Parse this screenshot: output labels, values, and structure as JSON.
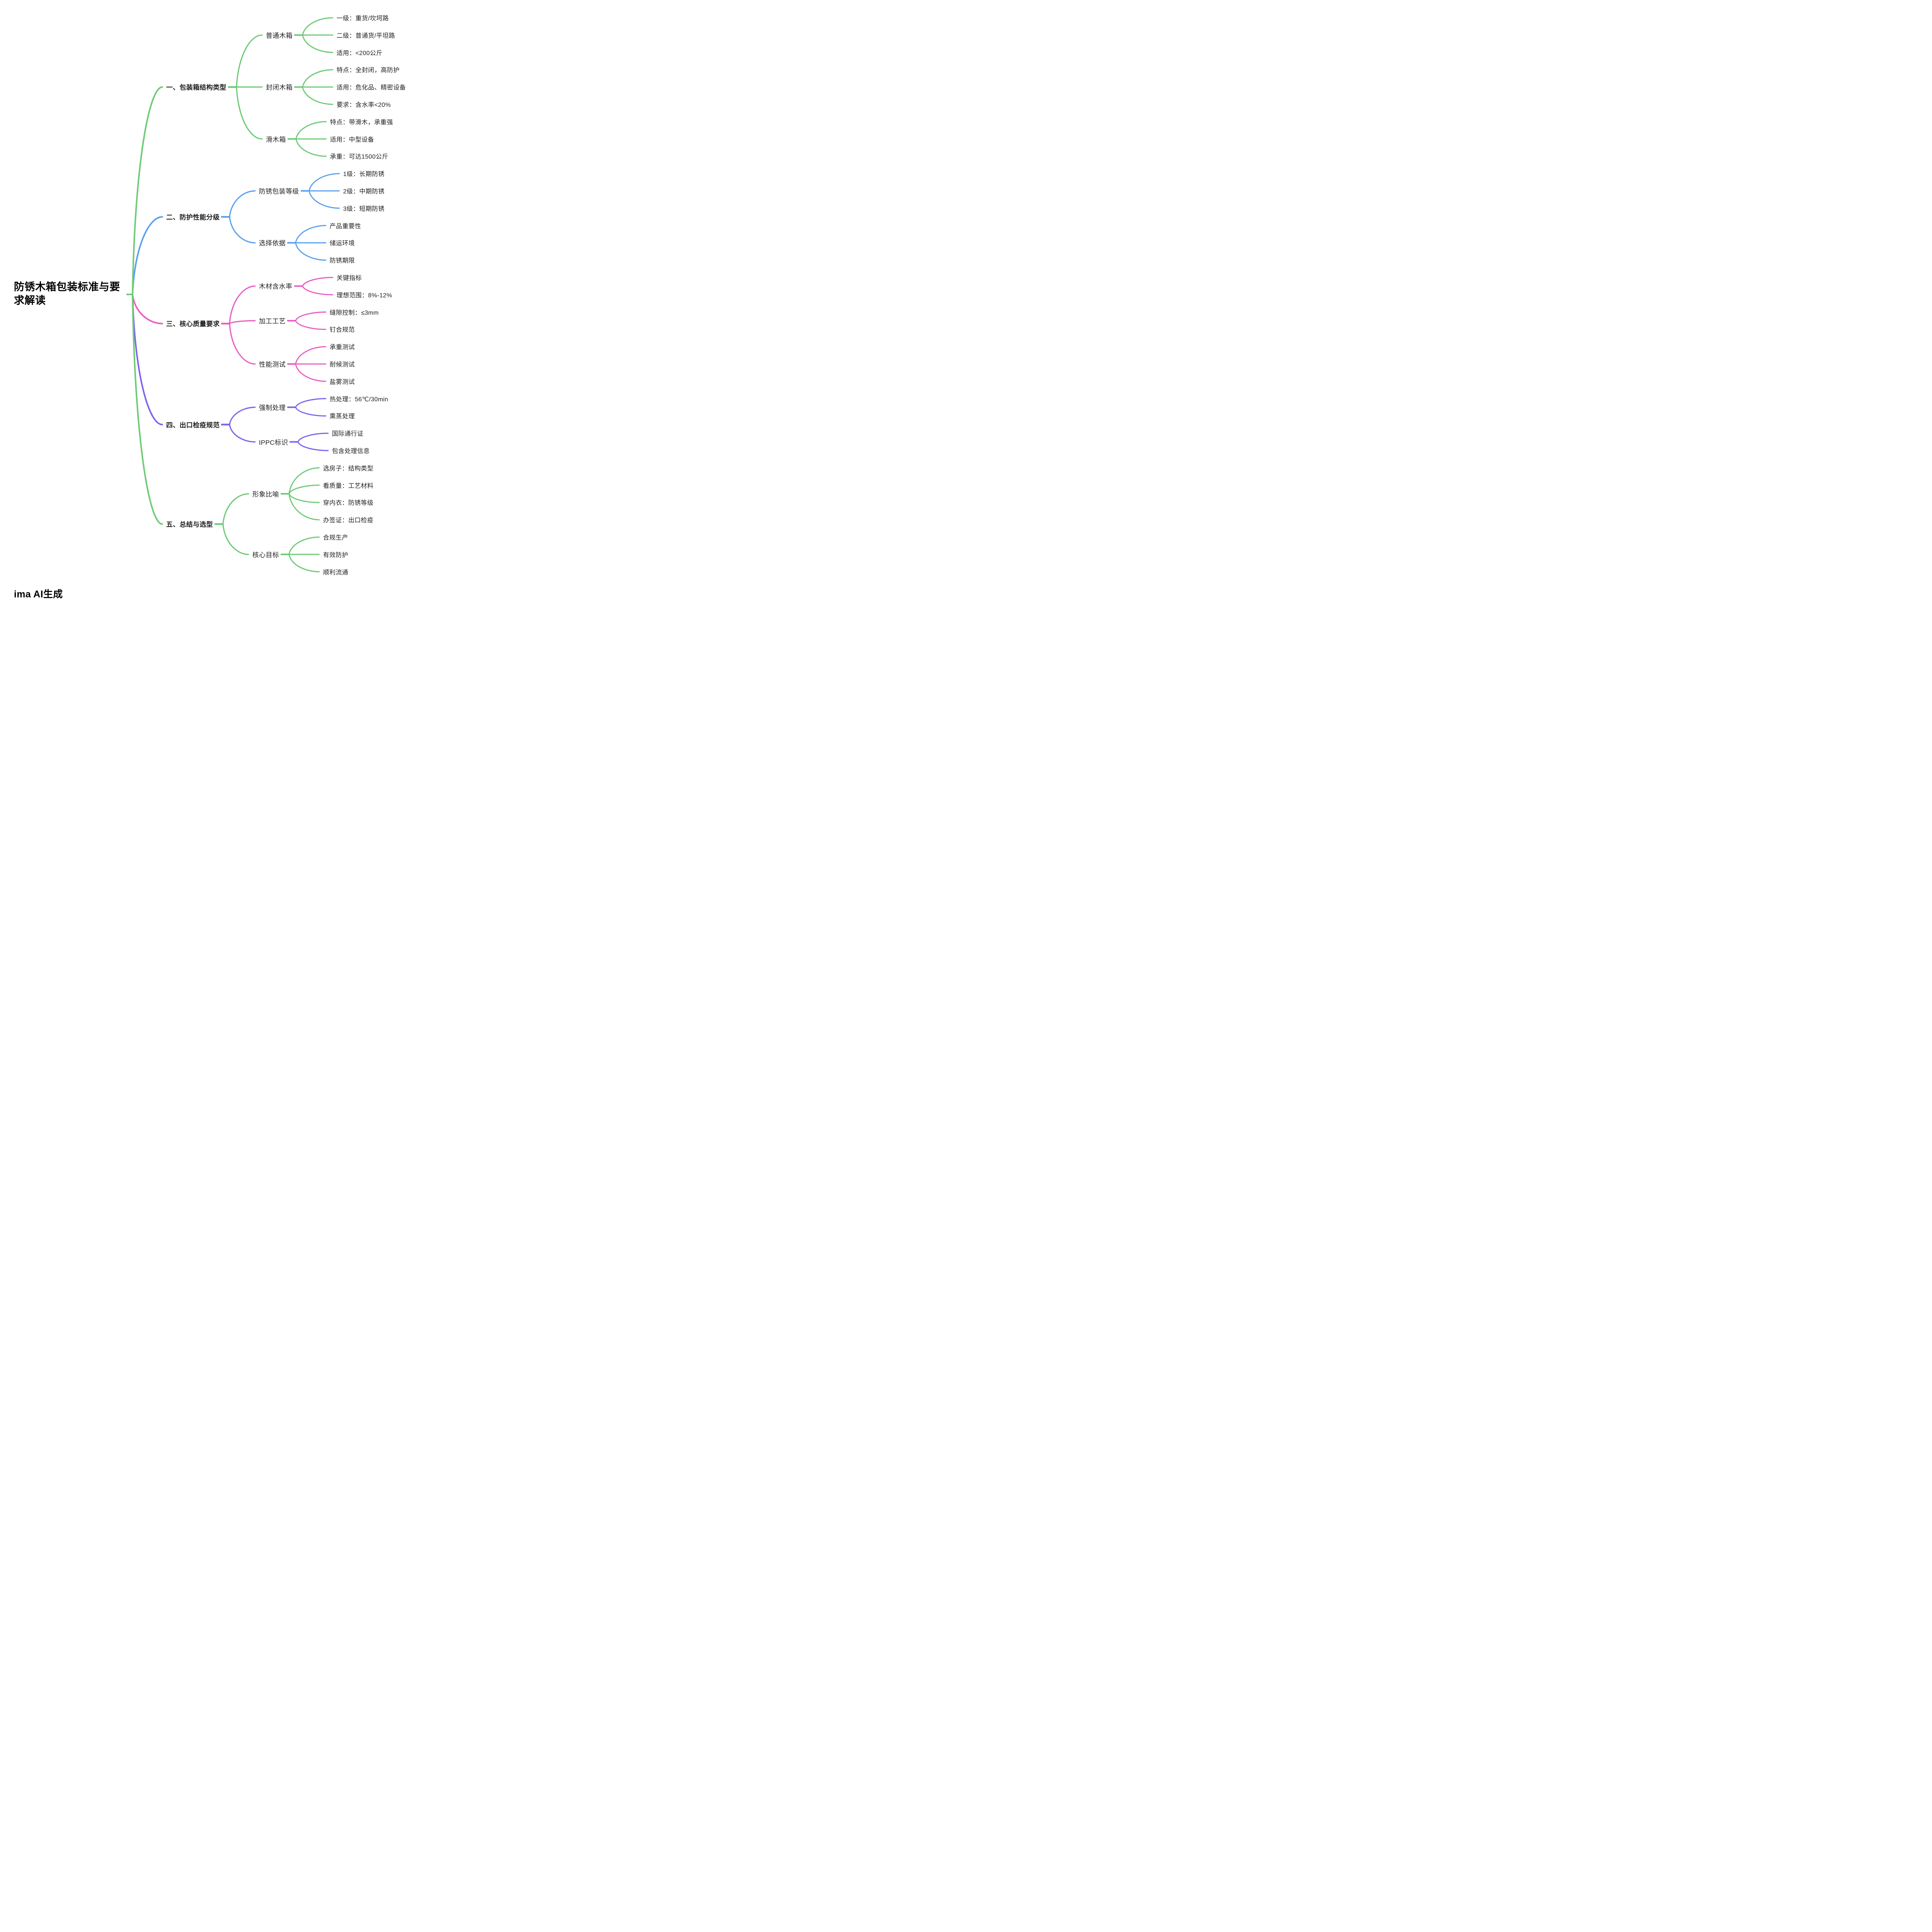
{
  "root": {
    "label": "防锈木箱包装标准与要求解读"
  },
  "footer": {
    "label": "ima AI生成"
  },
  "palette": {
    "green": "#6ecb77",
    "blue": "#5ba1ef",
    "pink": "#e95fc4",
    "purple": "#7e64ef",
    "text": "#1f1f1f",
    "background": "#ffffff"
  },
  "branches": [
    {
      "label": "一、包装箱结构类型",
      "color": "#6ecb77",
      "children": [
        {
          "label": "普通木箱",
          "leaves": [
            "一级：重货/坎坷路",
            "二级：普通货/平坦路",
            "适用：<200公斤"
          ]
        },
        {
          "label": "封闭木箱",
          "leaves": [
            "特点：全封闭，高防护",
            "适用：危化品、精密设备",
            "要求：含水率<20%"
          ]
        },
        {
          "label": "滑木箱",
          "leaves": [
            "特点：带滑木，承重强",
            "适用：中型设备",
            "承重：可达1500公斤"
          ]
        }
      ]
    },
    {
      "label": "二、防护性能分级",
      "color": "#5ba1ef",
      "children": [
        {
          "label": "防锈包装等级",
          "leaves": [
            "1级：长期防锈",
            "2级：中期防锈",
            "3级：短期防锈"
          ]
        },
        {
          "label": "选择依据",
          "leaves": [
            "产品重要性",
            "储运环境",
            "防锈期限"
          ]
        }
      ]
    },
    {
      "label": "三、核心质量要求",
      "color": "#e95fc4",
      "children": [
        {
          "label": "木材含水率",
          "leaves": [
            "关键指标",
            "理想范围：8%-12%"
          ]
        },
        {
          "label": "加工工艺",
          "leaves": [
            "缝隙控制：≤3mm",
            "钉合规范"
          ]
        },
        {
          "label": "性能测试",
          "leaves": [
            "承重测试",
            "耐候测试",
            "盐雾测试"
          ]
        }
      ]
    },
    {
      "label": "四、出口检疫规范",
      "color": "#7e64ef",
      "children": [
        {
          "label": "强制处理",
          "leaves": [
            "热处理：56℃/30min",
            "熏蒸处理"
          ]
        },
        {
          "label": "IPPC标识",
          "leaves": [
            "国际通行证",
            "包含处理信息"
          ]
        }
      ]
    },
    {
      "label": "五、总结与选型",
      "color": "#6ecb77",
      "children": [
        {
          "label": "形象比喻",
          "leaves": [
            "选房子：结构类型",
            "看质量：工艺材料",
            "穿内衣：防锈等级",
            "办签证：出口检疫"
          ]
        },
        {
          "label": "核心目标",
          "leaves": [
            "合规生产",
            "有效防护",
            "顺利流通"
          ]
        }
      ]
    }
  ]
}
